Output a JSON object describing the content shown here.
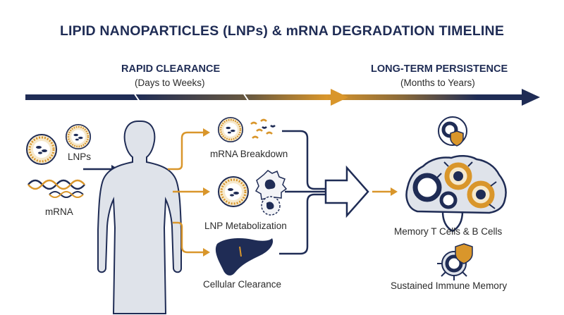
{
  "title": "LIPID NANOPARTICLES (LNPs) & mRNA DEGRADATION TIMELINE",
  "phases": {
    "rapid": {
      "label": "RAPID CLEARANCE",
      "duration": "(Days to Weeks)"
    },
    "long": {
      "label": "LONG-TERM PERSISTENCE",
      "duration": "(Months to Years)"
    }
  },
  "inputs": {
    "lnps": "LNPs",
    "mrna": "mRNA"
  },
  "pathways": {
    "breakdown": "mRNA Breakdown",
    "metabolization": "LNP Metabolization",
    "clearance": "Cellular Clearance"
  },
  "outcomes": {
    "memory_cells": "Memory T Cells & B Cells",
    "immune_memory": "Sustained Immune Memory"
  },
  "colors": {
    "navy": "#1f2c55",
    "orange": "#d9962b",
    "skin": "#dfe3ea",
    "cream": "#f6e9cc"
  },
  "icons": [
    "human-silhouette-icon",
    "lnp-particle-icon",
    "mrna-strand-icon",
    "liver-icon",
    "brain-icon",
    "shield-icon",
    "immune-cell-icon",
    "arrow-icon"
  ]
}
